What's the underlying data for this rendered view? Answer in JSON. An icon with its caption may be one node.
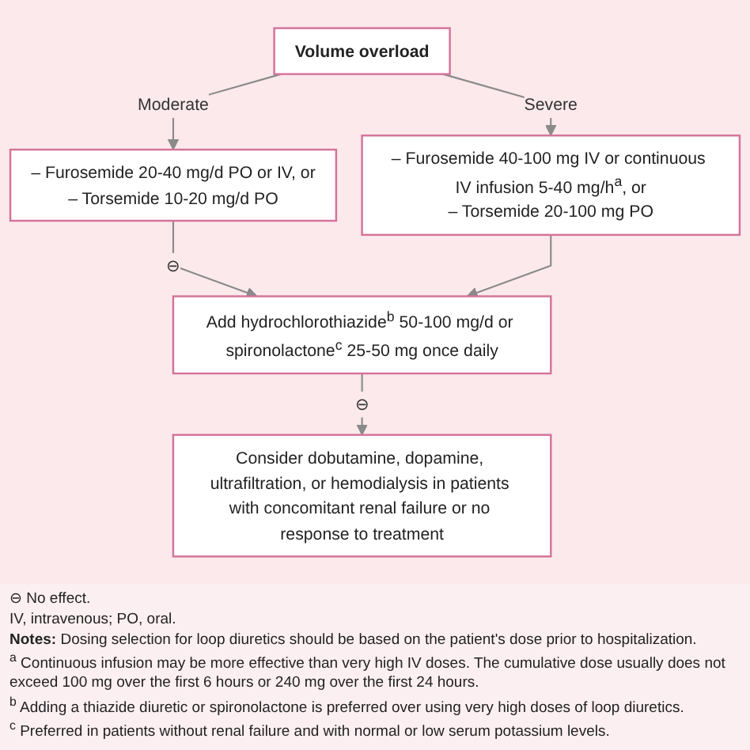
{
  "diagram": {
    "nodes": [
      {
        "text": [
          "Volume overload"
        ]
      },
      {
        "text": [
          "– Furosemide 20-40 mg/d PO or IV, or",
          "– Torsemide 10-20 mg/d PO"
        ]
      },
      {
        "text": [
          "– Furosemide 40-100 mg IV or continuous IV infusion 5-40 mg/h$^{a}$, or",
          "– Torsemide 20-100 mg PO"
        ]
      },
      {
        "text": [
          "Add hydrochlorothiazide$^{b}$ 50-100 mg/d or spironolactone$^{c}$ 25-50 mg once daily"
        ]
      },
      {
        "text": [
          "Consider dobutamine, dopamine, ultrafiltration, or hemodialysis in patients with concomitant renal failure or no response to treatment"
        ]
      }
    ],
    "edges": [
      {
        "from": 0,
        "to": 1,
        "arrow": "to",
        "label": "Moderate"
      },
      {
        "from": 0,
        "to": 2,
        "arrow": "to",
        "label": "Severe"
      },
      {
        "from": 1,
        "to": 3,
        "arrow": "to",
        "label": "⊖"
      },
      {
        "from": 2,
        "to": 3,
        "arrow": "to"
      },
      {
        "from": 3,
        "to": 4,
        "arrow": "to",
        "label": "⊖"
      }
    ],
    "labels": [
      "IV, intravenous; PO, oral.",
      "**Notes:** Dosing selection for loop diuretics should be based on the patient's dose prior to hospitalization.",
      "$^{a}$ Continuous infusion may be more effective than very high IV doses. The cumulative dose usually does not exceed 100 mg over the first 6 hours or 240 mg over the first 24 hours.",
      "$^{b}$ Adding a thiazide diuretic or spironolactone is preferred over using very high doses of loop diuretics.",
      "$^{c}$ Preferred in patients without renal failure and with normal or low serum potassium levels."
    ],
    "legend": [
      {
        "text": "⊖ No effect."
      }
    ]
  }
}
